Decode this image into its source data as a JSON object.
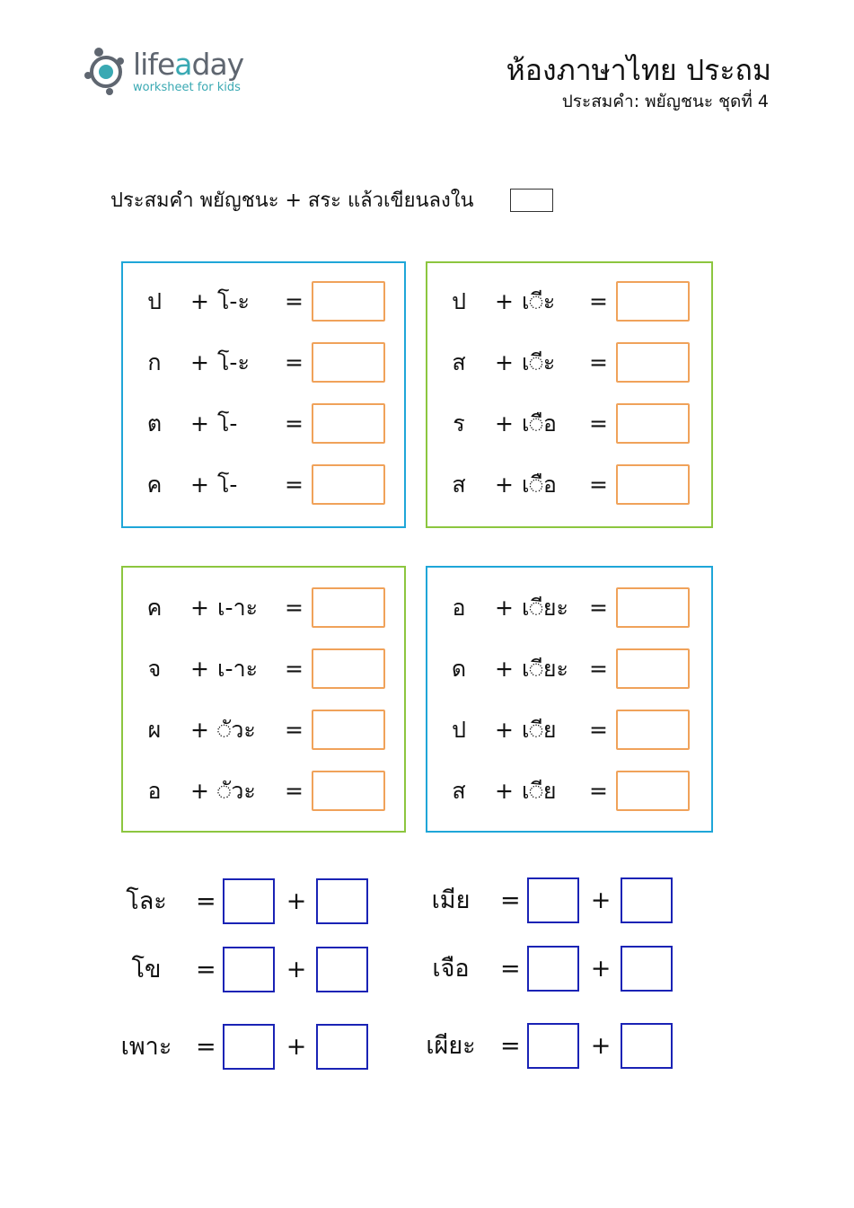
{
  "brand": {
    "name_part1": "life",
    "name_accent": "a",
    "name_part2": "day",
    "tagline": "worksheet for kids",
    "colors": {
      "dark": "#5f6670",
      "accent": "#3aa9b3"
    }
  },
  "header": {
    "title": "ห้องภาษาไทย ประถม",
    "subtitle": "ประสมคำ: พยัญชนะ ชุดที่ 4"
  },
  "instruction": "ประสมคำ พยัญชนะ + สระ แล้วเขียนลงใน",
  "symbols": {
    "plus": "+",
    "equals": "="
  },
  "panels": [
    {
      "color": "blue",
      "rows": [
        {
          "consonant": "ป",
          "vowel": "โ-ะ"
        },
        {
          "consonant": "ก",
          "vowel": "โ-ะ"
        },
        {
          "consonant": "ต",
          "vowel": "โ-"
        },
        {
          "consonant": "ค",
          "vowel": "โ-"
        }
      ]
    },
    {
      "color": "green",
      "rows": [
        {
          "consonant": "ป",
          "vowel": "เ◌ีะ"
        },
        {
          "consonant": "ส",
          "vowel": "เ◌ีะ"
        },
        {
          "consonant": "ร",
          "vowel": "เ◌ือ"
        },
        {
          "consonant": "ส",
          "vowel": "เ◌ือ"
        }
      ]
    },
    {
      "color": "green",
      "rows": [
        {
          "consonant": "ค",
          "vowel": "เ-าะ"
        },
        {
          "consonant": "จ",
          "vowel": "เ-าะ"
        },
        {
          "consonant": "ผ",
          "vowel": "◌ัวะ"
        },
        {
          "consonant": "อ",
          "vowel": "◌ัวะ"
        }
      ]
    },
    {
      "color": "blue",
      "rows": [
        {
          "consonant": "อ",
          "vowel": "เ◌ียะ"
        },
        {
          "consonant": "ด",
          "vowel": "เ◌ียะ"
        },
        {
          "consonant": "ป",
          "vowel": "เ◌ีย"
        },
        {
          "consonant": "ส",
          "vowel": "เ◌ีย"
        }
      ]
    }
  ],
  "split_words": {
    "left": [
      "โละ",
      "โข",
      "เพาะ"
    ],
    "right": [
      "เมีย",
      "เจือ",
      "เผียะ"
    ]
  },
  "colors": {
    "panel_blue": "#1fa6d8",
    "panel_green": "#8cc63f",
    "answer_box": "#f0a25a",
    "split_box": "#1a23b5"
  }
}
